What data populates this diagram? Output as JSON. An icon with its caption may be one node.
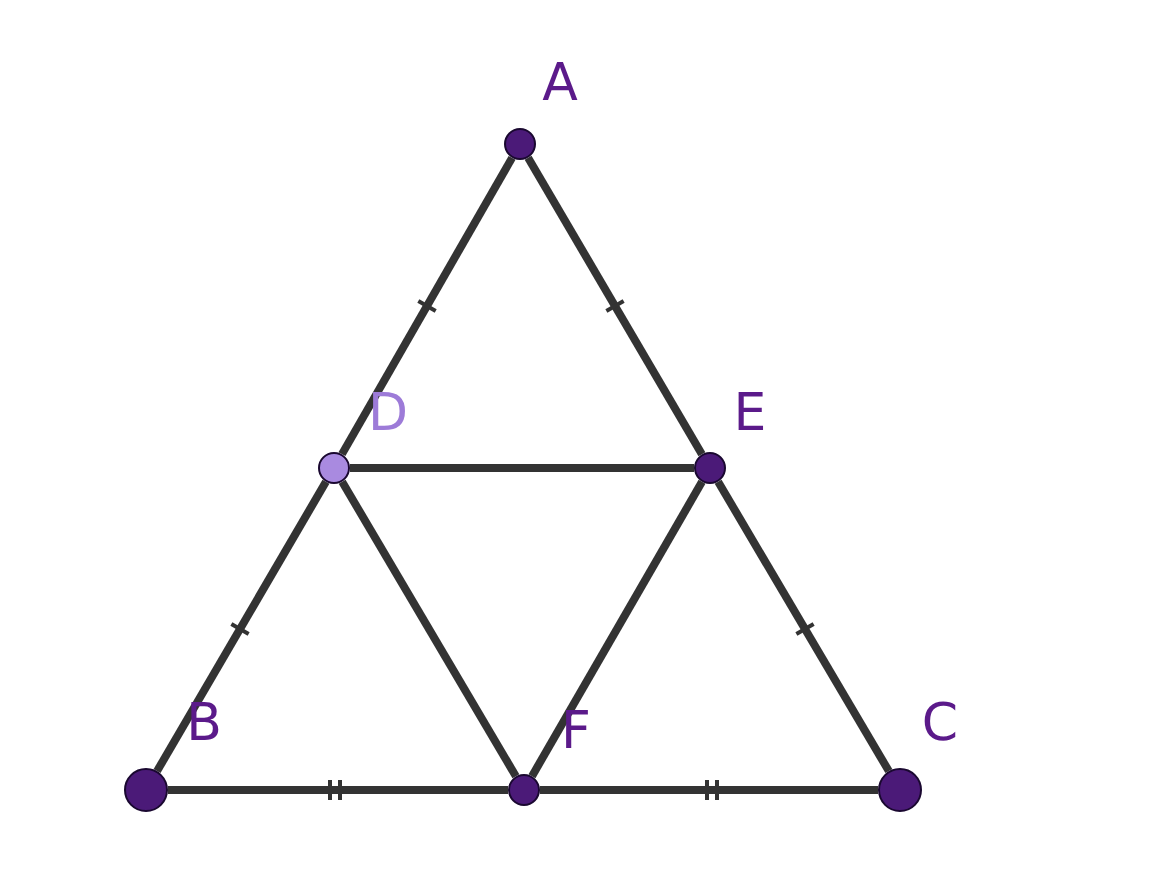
{
  "diagram": {
    "nodes": [
      {
        "text": [],
        "shape": "circle",
        "beside": [
          "A"
        ]
      },
      {
        "text": [],
        "shape": "circle",
        "beside": [
          "D"
        ]
      },
      {
        "text": [],
        "shape": "circle",
        "beside": [
          "E"
        ]
      },
      {
        "text": [],
        "shape": "circle",
        "beside": [
          "B"
        ]
      },
      {
        "text": [],
        "shape": "circle",
        "beside": [
          "F"
        ]
      },
      {
        "text": [],
        "shape": "circle",
        "beside": [
          "C"
        ]
      }
    ],
    "edges": [
      {
        "from": 0,
        "to": 1,
        "arrow": "none"
      },
      {
        "from": 1,
        "to": 3,
        "arrow": "none"
      },
      {
        "from": 0,
        "to": 2,
        "arrow": "none"
      },
      {
        "from": 2,
        "to": 5,
        "arrow": "none"
      },
      {
        "from": 3,
        "to": 4,
        "arrow": "none"
      },
      {
        "from": 4,
        "to": 5,
        "arrow": "none"
      },
      {
        "from": 1,
        "to": 2,
        "arrow": "none"
      },
      {
        "from": 1,
        "to": 4,
        "arrow": "none"
      },
      {
        "from": 2,
        "to": 4,
        "arrow": "none"
      }
    ]
  }
}
